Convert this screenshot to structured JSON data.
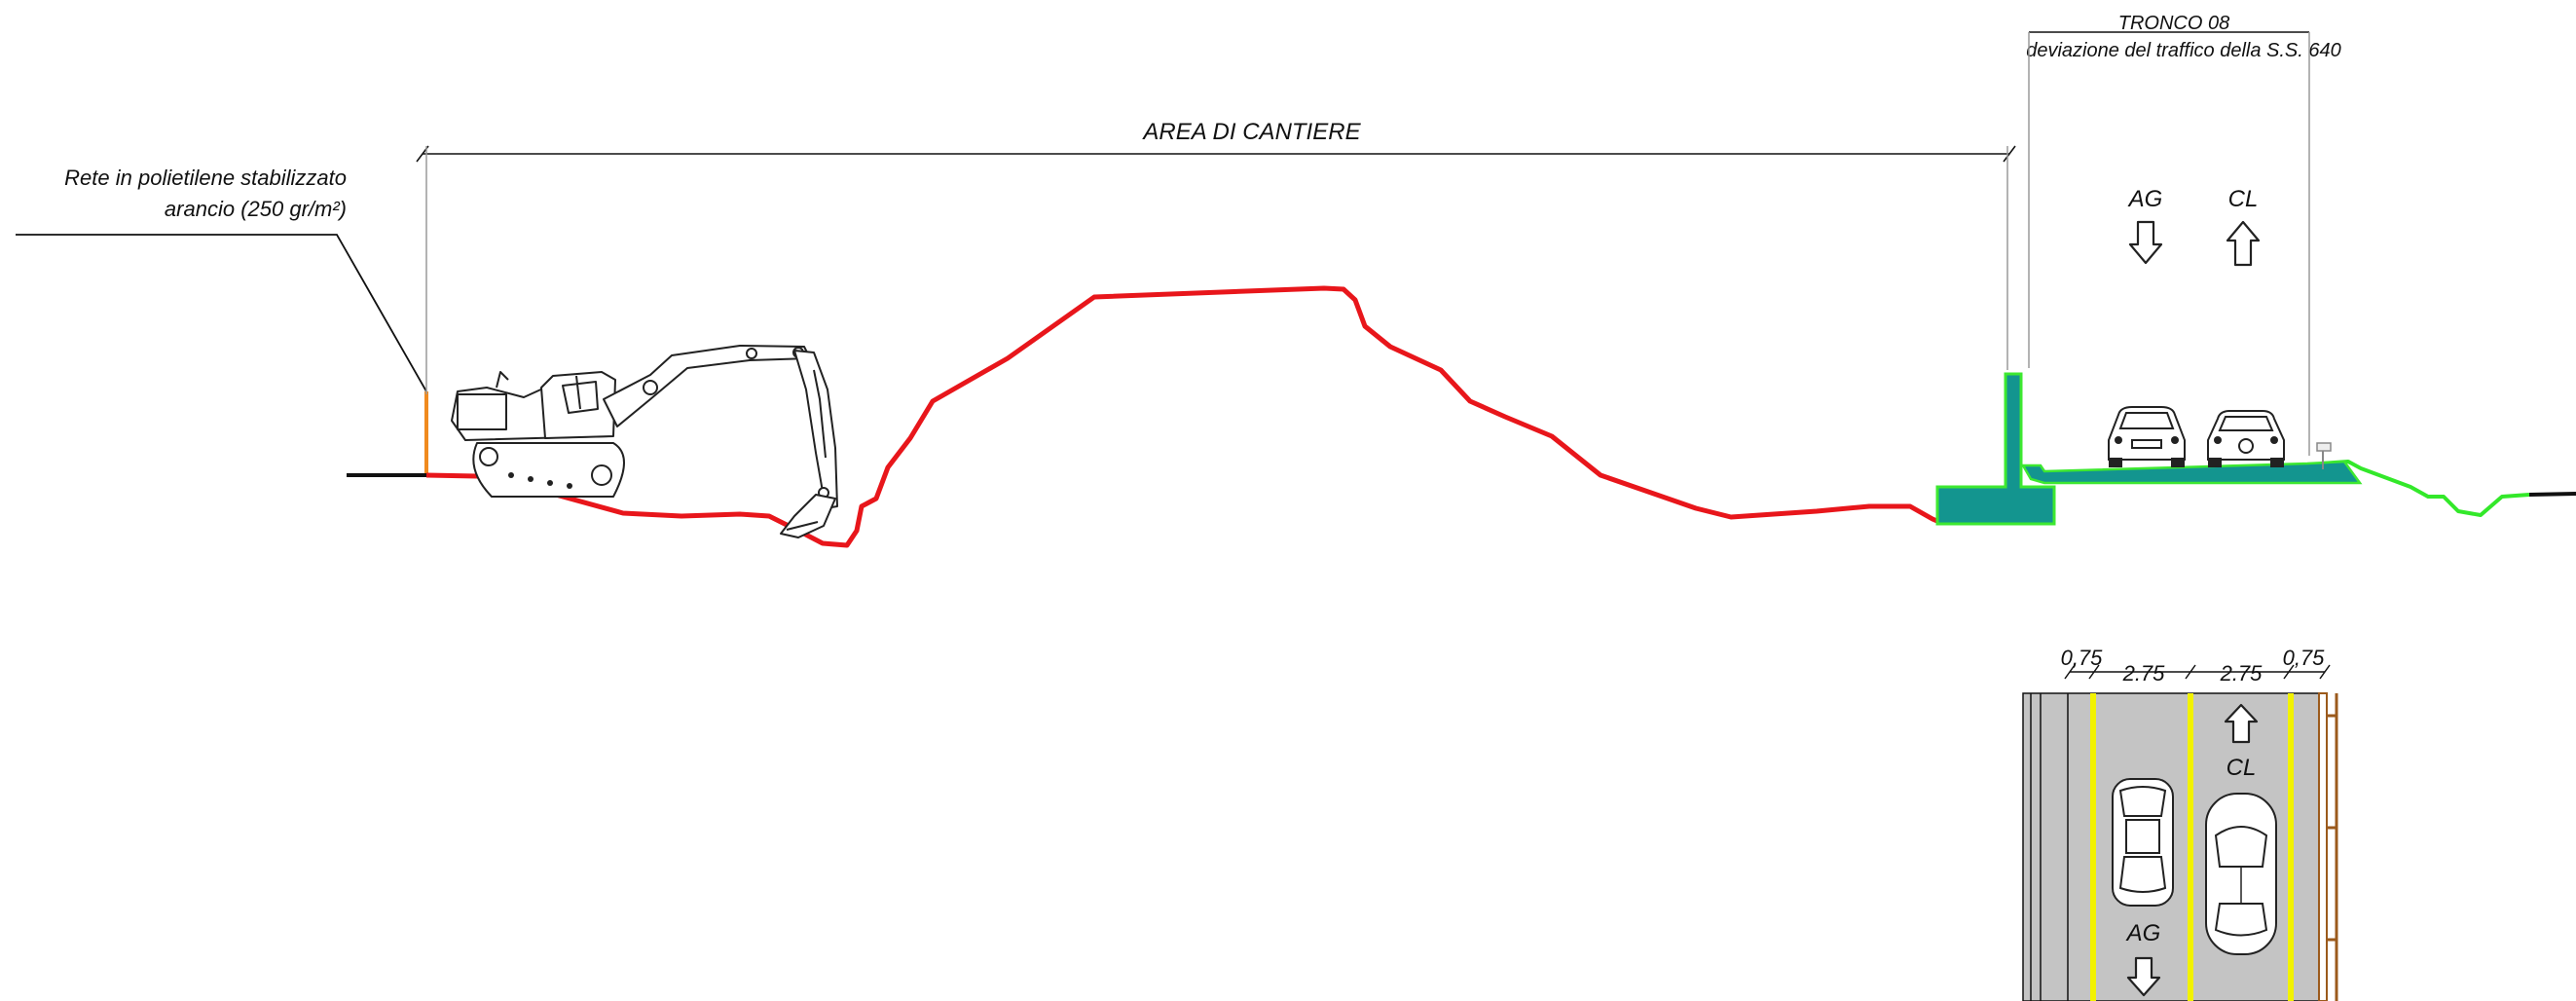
{
  "labels": {
    "net": "Rete in polietilene stabilizzato",
    "net_detail": "arancio (250 gr/m²)",
    "work_area": "AREA DI CANTIERE",
    "section": "TRONCO 08",
    "section_desc": "deviazione del traffico della S.S. 640"
  },
  "directions": {
    "ag": "AG",
    "cl": "CL"
  },
  "plan": {
    "dim_left_shoulder": "0,75",
    "dim_lane_1": "2.75",
    "dim_lane_2": "2.75",
    "dim_right_shoulder": "0,75",
    "lane_cl": "CL",
    "lane_ag": "AG"
  },
  "colors": {
    "excavation_profile": "#e8161b",
    "ground_profile": "#33e82a",
    "concrete": "#13958f",
    "net": "#f08a1e",
    "plan_paving": "#c4c4c4",
    "lane_lines": "#f2f200",
    "fence": "#9b5a1c"
  },
  "icons": [
    "excavator-icon",
    "car-icon",
    "arrow-down-icon",
    "arrow-up-icon",
    "car-top-icon"
  ]
}
